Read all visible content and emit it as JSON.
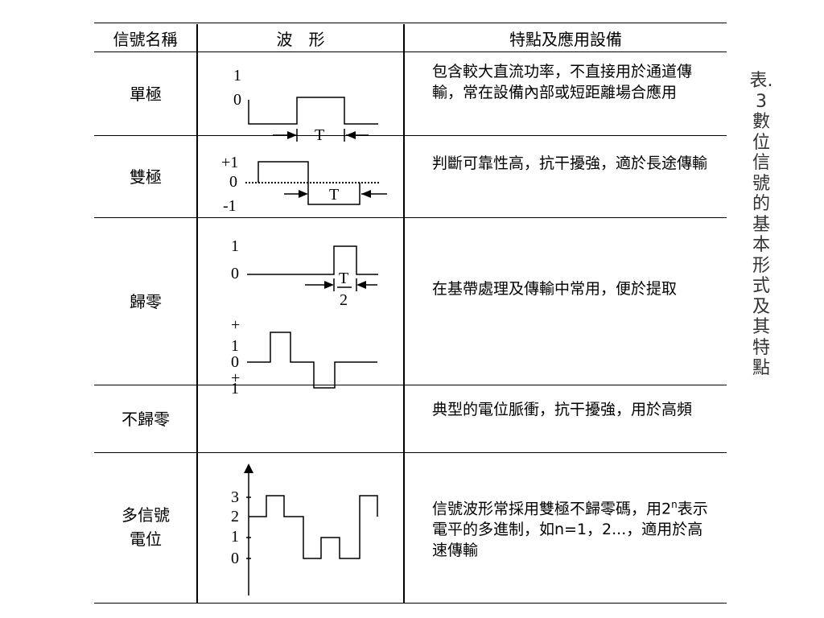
{
  "side_title": "表.3 數位信號的基本形式及其特點",
  "table": {
    "headers": {
      "name": "信號名稱",
      "waveform": "波　形",
      "features": "特點及應用設備"
    },
    "rows": [
      {
        "name": "單極",
        "desc": "包含較大直流功率，不直接用於通道傳輸，常在設備內部或短距離場合應用"
      },
      {
        "name": "雙極",
        "desc": "判斷可靠性高，抗干擾強，適於長途傳輸"
      },
      {
        "name": "歸零",
        "desc": "在基帶處理及傳輸中常用，便於提取"
      },
      {
        "name": "不歸零",
        "desc": "典型的電位脈衝，抗干擾強，用於高頻"
      },
      {
        "name": "多信號電位",
        "desc_prefix": "信號波形常採用雙極不歸零碼，用2",
        "desc_sup": "n",
        "desc_suffix": "表示電平的多進制，如n=1，2...，適用於高速傳輸"
      }
    ]
  },
  "waveform_labels": {
    "unipolar": {
      "high": "1",
      "low": "0",
      "period": "T"
    },
    "bipolar": {
      "high": "+1",
      "zero": "0",
      "low": "-1",
      "period": "T"
    },
    "rz": {
      "high": "1",
      "low": "0",
      "period_num": "T",
      "period_den": "2",
      "b_plus": "+",
      "b_one": "1",
      "b_zero": "0",
      "b_plus2": "+",
      "b_one2": "1"
    },
    "multilevel": {
      "l3": "3",
      "l2": "2",
      "l1": "1",
      "l0": "0"
    }
  }
}
